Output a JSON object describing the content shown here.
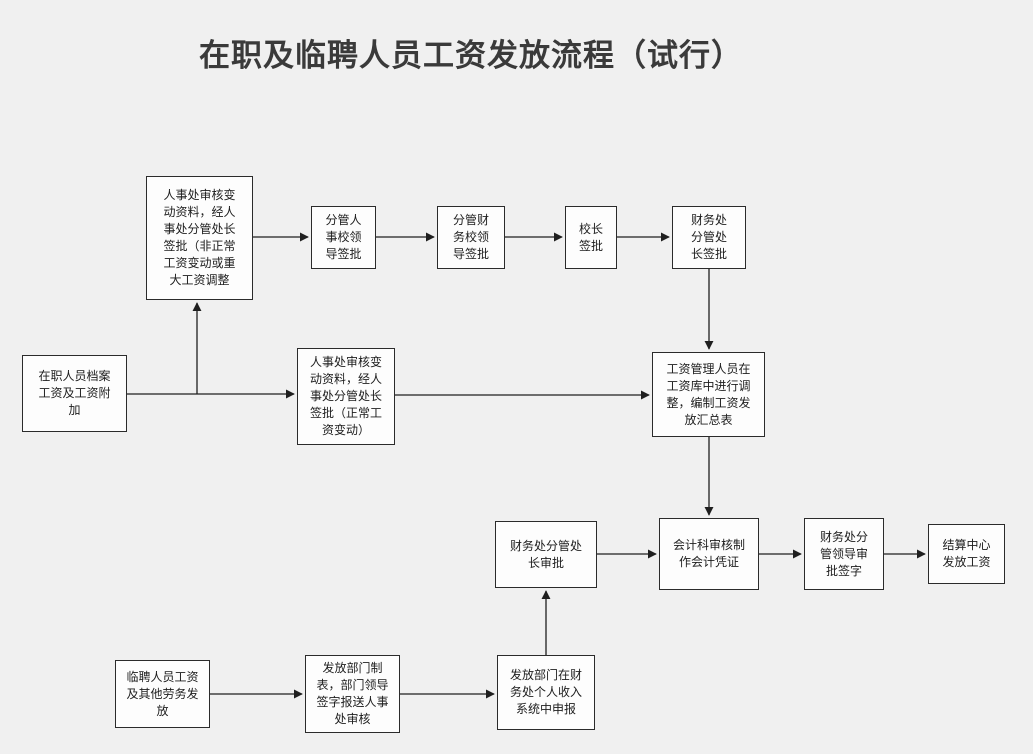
{
  "title": "在职及临聘人员工资发放流程（试行）",
  "colors": {
    "background": "#f0f0f0",
    "node_fill": "#fdfdfd",
    "node_border": "#2b2b2b",
    "arrow": "#1f1f1f",
    "title_color": "#3a3a3a"
  },
  "nodes": {
    "hr_review_abnormal": {
      "label": "人事处审核变动资料，经人事处分管处长签批（非正常工资变动或重大工资调整"
    },
    "vp_hr_sign": {
      "label": "分管人事校领导签批"
    },
    "vp_finance_sign": {
      "label": "分管财务校领导签批"
    },
    "president_sign": {
      "label": "校长签批"
    },
    "finance_director_sign": {
      "label": "财务处分管处长签批"
    },
    "staff_archive_salary": {
      "label": "在职人员档案工资及工资附加"
    },
    "hr_review_normal": {
      "label": "人事处审核变动资料，经人事处分管处长签批（正常工资变动）"
    },
    "salary_adjust": {
      "label": "工资管理人员在工资库中进行调整，编制工资发放汇总表"
    },
    "finance_director_approve": {
      "label": "财务处分管处长审批"
    },
    "accounting_voucher": {
      "label": "会计科审核制作会计凭证"
    },
    "finance_leader_sign": {
      "label": "财务处分管领导审批签字"
    },
    "settlement_pay": {
      "label": "结算中心发放工资"
    },
    "temp_staff_salary": {
      "label": "临聘人员工资及其他劳务发放"
    },
    "dept_table_sign": {
      "label": "发放部门制表，部门领导签字报送人事处审核"
    },
    "dept_declare": {
      "label": "发放部门在财务处个人收入系统中申报"
    }
  }
}
